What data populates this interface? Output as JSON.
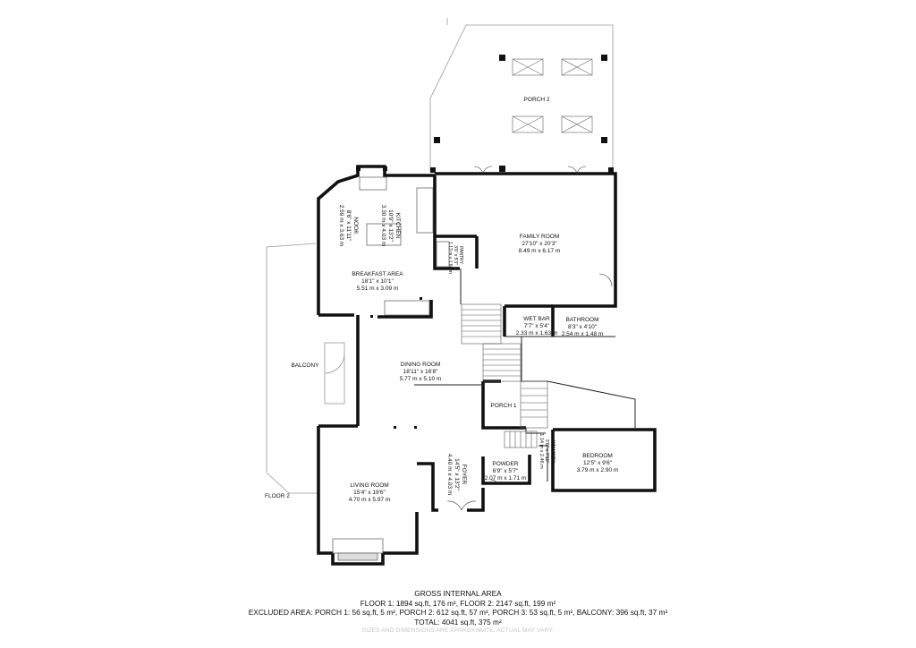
{
  "rooms": [
    {
      "key": "porch2",
      "name": "PORCH 2",
      "imperial": "",
      "metric": ""
    },
    {
      "key": "kitchen",
      "name": "KITCHEN",
      "imperial": "10'9\" x 13'2\"",
      "metric": "3.30 m x 4.03 m"
    },
    {
      "key": "nook",
      "name": "NOOK",
      "imperial": "8'6\" x 11'11\"",
      "metric": "2.59 m x 3.63 m"
    },
    {
      "key": "family",
      "name": "FAMILY ROOM",
      "imperial": "27'10\" x 20'3\"",
      "metric": "8.49 m x 6.17 m"
    },
    {
      "key": "pantry",
      "name": "PANTRY",
      "imperial": "3'9\" x 5'3\"",
      "metric": "1.13 m x 1.60 m"
    },
    {
      "key": "breakfast",
      "name": "BREAKFAST AREA",
      "imperial": "18'1\" x 10'1\"",
      "metric": "5.51 m x 3.09 m"
    },
    {
      "key": "wetbar",
      "name": "WET BAR",
      "imperial": "7'7\" x 5'4\"",
      "metric": "2.33 m x 1.63 m"
    },
    {
      "key": "bathroom",
      "name": "BATHROOM",
      "imperial": "8'3\" x 4'10\"",
      "metric": "2.54 m x 1.48 m"
    },
    {
      "key": "dining",
      "name": "DINING ROOM",
      "imperial": "18'11\" x 16'8\"",
      "metric": "5.77 m x 5.10 m"
    },
    {
      "key": "balcony",
      "name": "BALCONY",
      "imperial": "",
      "metric": ""
    },
    {
      "key": "porch1",
      "name": "PORCH 1",
      "imperial": "",
      "metric": ""
    },
    {
      "key": "hallway",
      "name": "HALLWAY",
      "imperial": "3'8\" x 7'11\"",
      "metric": "1.14 m x 2.46 m"
    },
    {
      "key": "bedroom",
      "name": "BEDROOM",
      "imperial": "12'5\" x 9'6\"",
      "metric": "3.79 m x 2.90 m"
    },
    {
      "key": "foyer",
      "name": "FOYER",
      "imperial": "14'5\" x 13'2\"",
      "metric": "4.40 m x 4.03 m"
    },
    {
      "key": "powder",
      "name": "POWDER",
      "imperial": "6'9\" x 5'7\"",
      "metric": "2.07 m x 1.71 m"
    },
    {
      "key": "living",
      "name": "LIVING ROOM",
      "imperial": "15'4\" x 19'6\"",
      "metric": "4.70 m x 5.97 m"
    }
  ],
  "floor_label": "FLOOR 2",
  "footer": {
    "title": "GROSS INTERNAL AREA",
    "floors": "FLOOR 1: 1894 sq.ft, 176 m², FLOOR 2: 2147 sq.ft, 199 m²",
    "excluded": "EXCLUDED AREA: PORCH 1: 56 sq.ft, 5 m², PORCH 2: 612 sq.ft, 57 m², PORCH 3: 53 sq.ft, 5 m², BALCONY: 396 sq.ft, 37 m²",
    "total": "TOTAL: 4041 sq.ft, 375 m²",
    "disclaimer": "SIZES AND DIMENSIONS ARE APPROXIMATE, ACTUAL MAY VARY."
  }
}
